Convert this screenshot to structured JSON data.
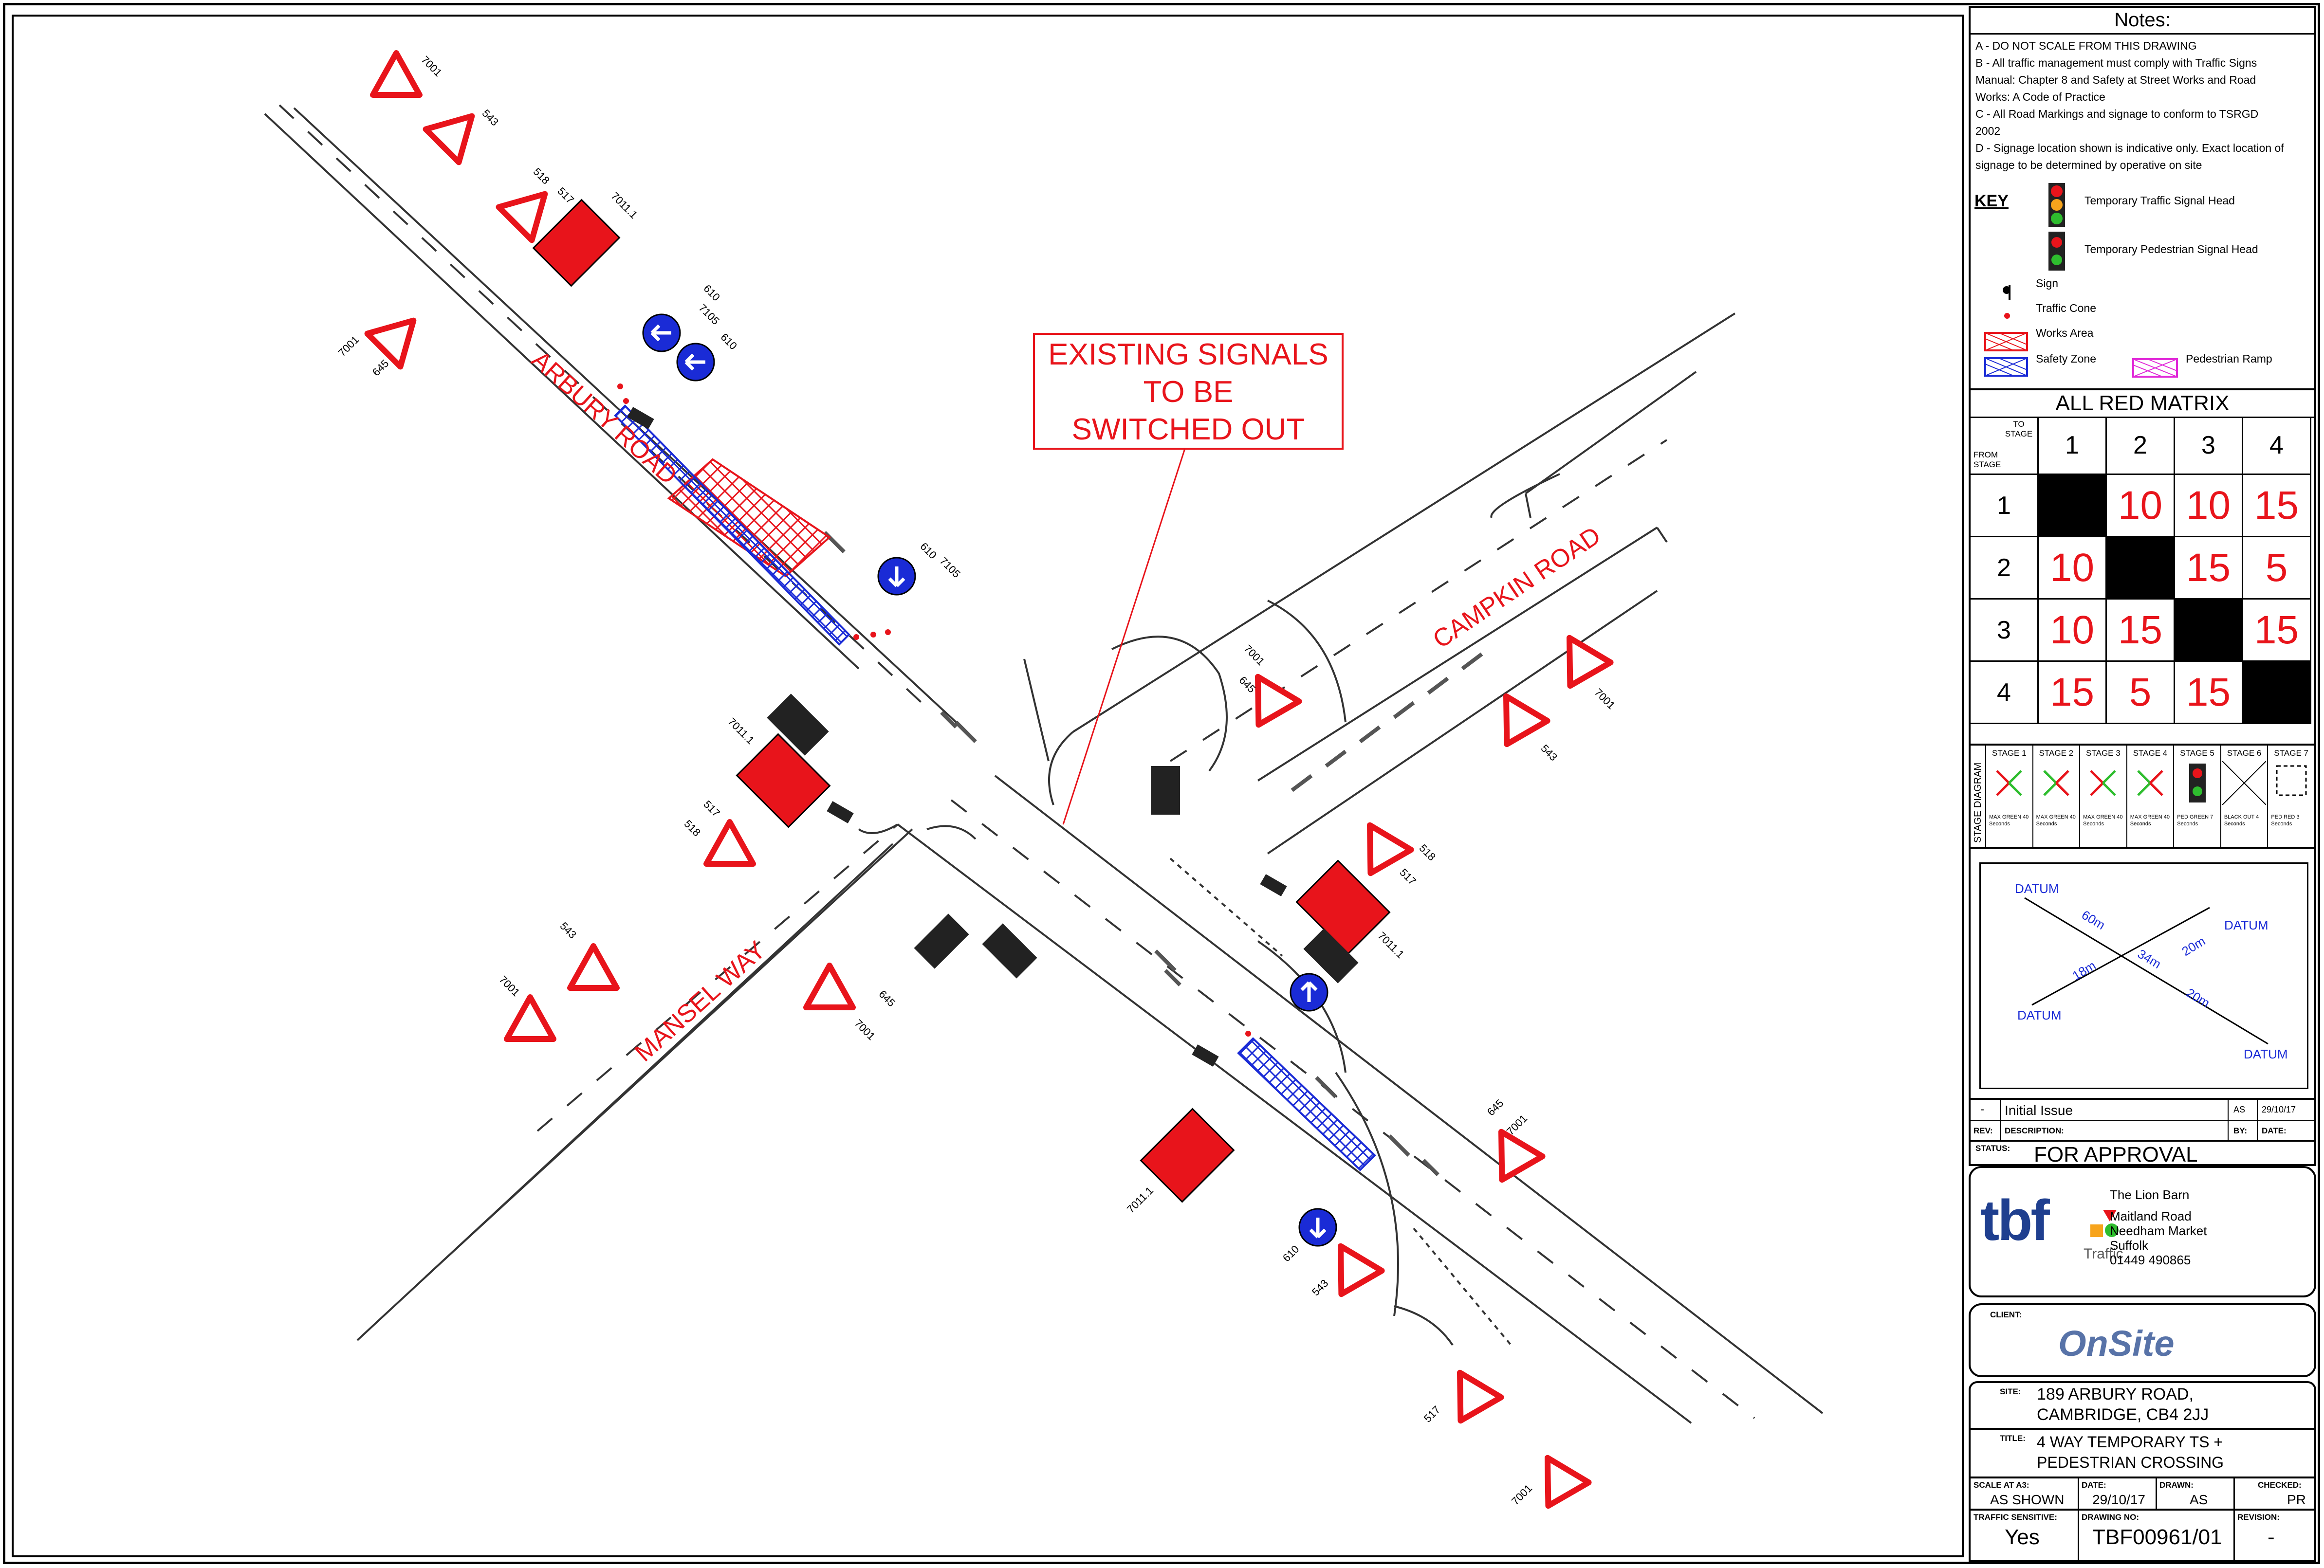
{
  "drawing": {
    "roads": {
      "arbury": "ARBURY ROAD",
      "campkin": "CAMPKIN ROAD",
      "mansel": "MANSEL WAY"
    },
    "callout": [
      "EXISTING SIGNALS",
      "TO BE",
      "SWITCHED OUT"
    ],
    "sign_labels": {
      "s7001": "7001",
      "s543": "543",
      "s517": "517",
      "s518": "518",
      "s7011": "7011.1",
      "s645": "645",
      "s610": "610",
      "s7105": "7105"
    }
  },
  "notes": {
    "title": "Notes:",
    "lines": [
      "A - DO NOT SCALE FROM THIS DRAWING",
      "B - All traffic management must comply with Traffic Signs",
      "Manual: Chapter 8 and Safety at Street Works and Road",
      "Works: A Code of Practice",
      "C - All Road Markings and signage to conform to TSRGD",
      "2002",
      "D - Signage location shown is indicative only. Exact location of",
      "signage to be determined by operative on site"
    ],
    "key_title": "KEY",
    "key": {
      "traffic_head": "Temporary Traffic Signal Head",
      "ped_head": "Temporary Pedestrian Signal Head",
      "sign": "Sign",
      "cone": "Traffic Cone",
      "works": "Works Area",
      "safety": "Safety Zone",
      "ramp": "Pedestrian Ramp"
    }
  },
  "matrix": {
    "title": "ALL RED MATRIX",
    "to_label": "TO STAGE",
    "from_label": "FROM STAGE",
    "stages": [
      "1",
      "2",
      "3",
      "4"
    ],
    "rows": [
      [
        "",
        "10",
        "10",
        "15"
      ],
      [
        "10",
        "",
        "15",
        "5"
      ],
      [
        "10",
        "15",
        "",
        "15"
      ],
      [
        "15",
        "5",
        "15",
        ""
      ]
    ]
  },
  "stage_diagram": {
    "label": "STAGE DIAGRAM",
    "stages": [
      "STAGE 1",
      "STAGE 2",
      "STAGE 3",
      "STAGE 4",
      "STAGE 5",
      "STAGE 6",
      "STAGE 7"
    ],
    "captions": [
      "MAX GREEN 40 Seconds",
      "MAX GREEN 40 Seconds",
      "MAX GREEN 40 Seconds",
      "MAX GREEN 40 Seconds",
      "PED GREEN 7 Seconds",
      "BLACK OUT 4 Seconds",
      "PED RED 3 Seconds"
    ]
  },
  "datum": {
    "label": "DATUM",
    "d60": "60m",
    "d18": "18m",
    "d34": "34m",
    "d20a": "20m",
    "d20b": "20m"
  },
  "revisions": {
    "rev": "-",
    "description": "Initial Issue",
    "by": "AS",
    "date": "29/10/17",
    "h_rev": "REV:",
    "h_desc": "DESCRIPTION:",
    "h_by": "BY:",
    "h_date": "DATE:"
  },
  "status": {
    "label": "STATUS:",
    "value": "FOR APPROVAL"
  },
  "company": {
    "logo": "tbf",
    "logo_sub": "Traffic",
    "address": [
      "The Lion Barn",
      "Maitland Road",
      "Needham Market",
      "Suffolk",
      "01449 490865"
    ]
  },
  "client": {
    "label": "CLIENT:",
    "logo": "OnSite"
  },
  "site": {
    "label": "SITE:",
    "lines": [
      "189 ARBURY ROAD,",
      "CAMBRIDGE, CB4 2JJ"
    ]
  },
  "title": {
    "label": "TITLE:",
    "lines": [
      "4 WAY TEMPORARY TS +",
      "PEDESTRIAN CROSSING"
    ]
  },
  "titleblock": {
    "scale_label": "SCALE AT A3:",
    "scale": "AS SHOWN",
    "date_label": "DATE:",
    "date": "29/10/17",
    "drawn_label": "DRAWN:",
    "drawn": "AS",
    "checked_label": "CHECKED:",
    "checked": "PR",
    "sensitive_label": "TRAFFIC SENSITIVE:",
    "sensitive": "Yes",
    "drawing_no_label": "DRAWING NO:",
    "drawing_no": "TBF00961/01",
    "revision_label": "REVISION:",
    "revision": "-"
  },
  "colors": {
    "red": "#e8141b",
    "blue": "#1a2bd6",
    "navy": "#1f3f8f",
    "line": "#333333"
  }
}
